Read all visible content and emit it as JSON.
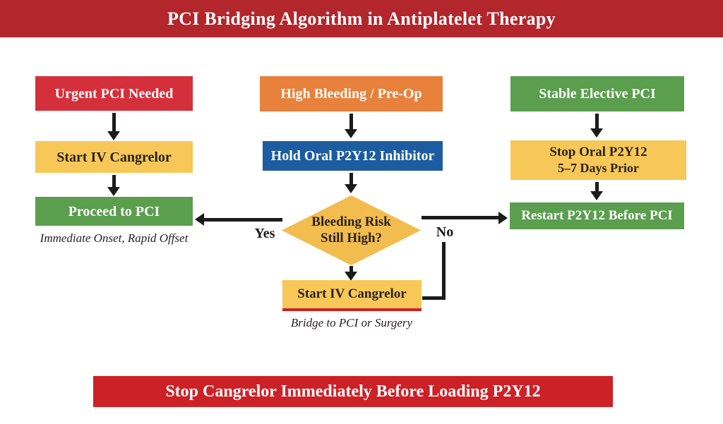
{
  "header": {
    "title": "PCI Bridging Algorithm in Antiplatelet Therapy"
  },
  "footer": {
    "text": "Stop Cangrelor Immediately Before Loading P2Y12"
  },
  "left_path": {
    "urgent_box": "Urgent PCI Needed",
    "cangrelor_box": "Start IV Cangrelor",
    "proceed_box": "Proceed to PCI",
    "note": "Immediate Onset, Rapid Offset"
  },
  "middle_path": {
    "high_bleeding_box": "High Bleeding / Pre-Op",
    "hold_box": "Hold Oral P2Y12 Inhibitor",
    "decision_line1": "Bleeding Risk",
    "decision_line2": "Still High?",
    "yes_label": "Yes",
    "no_label": "No",
    "bridge_box": "Start IV Cangrelor",
    "note": "Bridge to PCI or Surgery"
  },
  "right_path": {
    "stable_box": "Stable Elective PCI",
    "stop_box_line1": "Stop Oral P2Y12",
    "stop_box_line2": "5–7 Days Prior",
    "restart_box": "Restart P2Y12 Before PCI"
  },
  "colors": {
    "header_red": "#b2262c",
    "footer_red": "#cc2127",
    "box_red": "#d4303c",
    "box_orange": "#e8813c",
    "box_blue": "#1d5ca0",
    "box_yellow": "#f7c857",
    "diamond_yellow": "#f2bc4e",
    "box_green": "#5a9e4e",
    "arrow_black": "#1b1b1b",
    "bridge_underline_red": "#cc2127",
    "background_white": "#ffffff"
  }
}
